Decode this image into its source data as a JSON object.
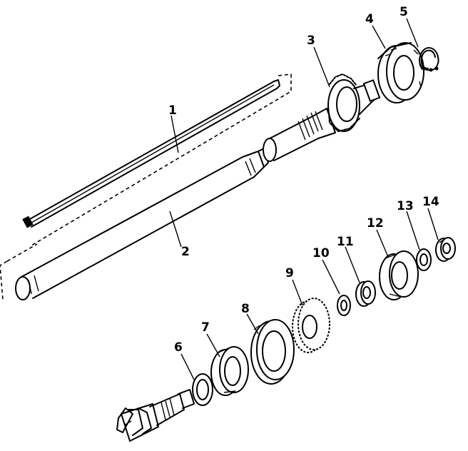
{
  "diagram": {
    "callouts": [
      {
        "id": "1",
        "label": "1"
      },
      {
        "id": "2",
        "label": "2"
      },
      {
        "id": "3",
        "label": "3"
      },
      {
        "id": "4",
        "label": "4"
      },
      {
        "id": "5",
        "label": "5"
      },
      {
        "id": "6",
        "label": "6"
      },
      {
        "id": "7",
        "label": "7"
      },
      {
        "id": "8",
        "label": "8"
      },
      {
        "id": "9",
        "label": "9"
      },
      {
        "id": "10",
        "label": "10"
      },
      {
        "id": "11",
        "label": "11"
      },
      {
        "id": "12",
        "label": "12"
      },
      {
        "id": "13",
        "label": "13"
      },
      {
        "id": "14",
        "label": "14"
      }
    ]
  }
}
